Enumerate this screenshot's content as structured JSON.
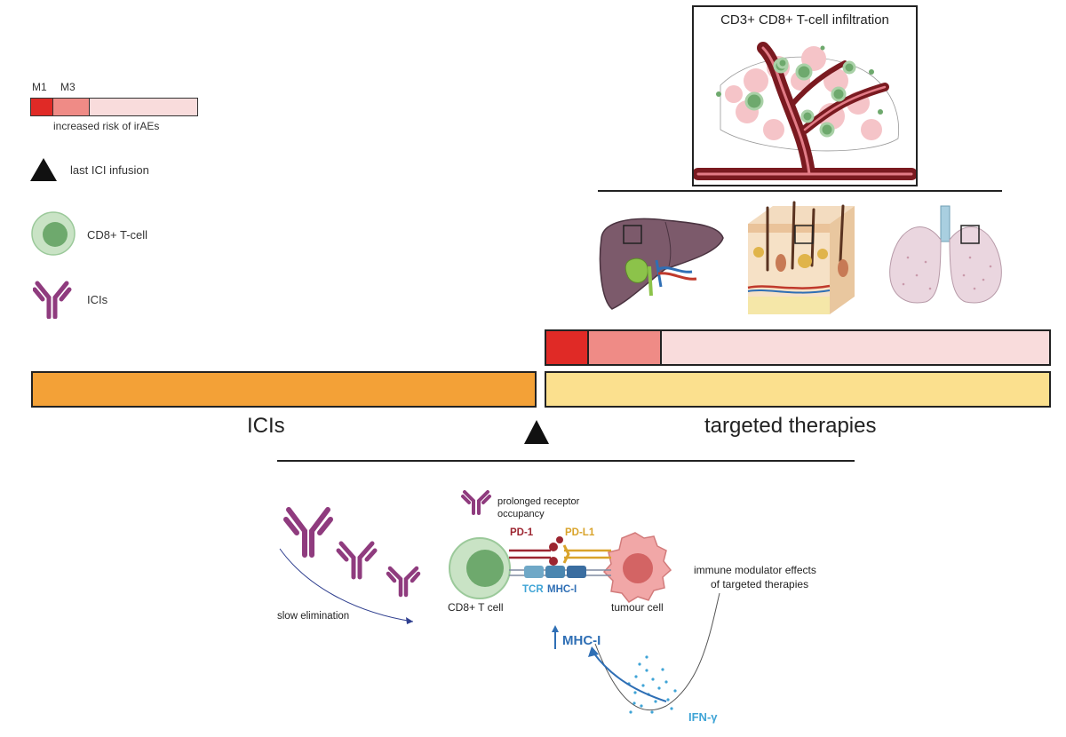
{
  "legend": {
    "m1_label": "M1",
    "m3_label": "M3",
    "risk_label": "increased risk of irAEs",
    "last_infusion_label": "last ICI infusion",
    "cd8_label": "CD8+ T-cell",
    "ici_label": "ICIs"
  },
  "timeline": {
    "left_label": "ICIs",
    "right_label": "targeted therapies"
  },
  "infiltration": {
    "title": "CD3+ CD8+ T-cell infiltration"
  },
  "mechanism": {
    "slow_elimination": "slow elimination",
    "prolonged_line1": "prolonged receptor",
    "prolonged_line2": "occupancy",
    "pd1": "PD-1",
    "pdl1": "PD-L1",
    "tcr": "TCR",
    "mhc1": "MHC-I",
    "cd8_cell": "CD8+ T cell",
    "tumour_cell": "tumour cell",
    "immune_line1": "immune modulator effects",
    "immune_line2": "of targeted therapies",
    "mhc1_up": "MHC-I",
    "ifn": "IFN-γ"
  },
  "colors": {
    "m1": "#e02a26",
    "m3": "#ef8b86",
    "risk_light": "#f9dcdc",
    "ici_bar": "#f3a137",
    "targeted_bar": "#fbe08e",
    "vessel": "#7a1a20",
    "antibody": "#8f3b7e",
    "tcell": "#9bc99a",
    "tumour": "#f1a7a7",
    "blue": "#2f6fb5",
    "ifn": "#3fa4d6"
  },
  "icons": [
    "triangle-marker-icon",
    "cd8-t-cell-icon",
    "antibody-icon",
    "liver-icon",
    "skin-icon",
    "lung-icon",
    "blood-vessel-icon"
  ]
}
